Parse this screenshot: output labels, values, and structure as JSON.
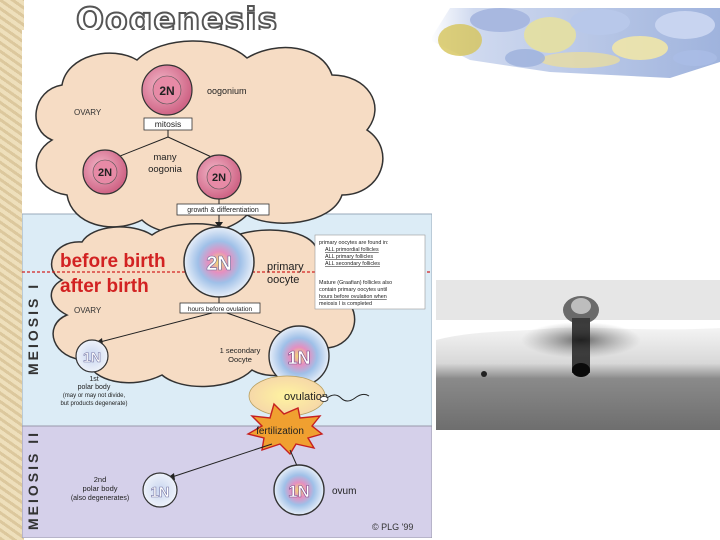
{
  "slide": {
    "title": "Oogenesis"
  },
  "diagram": {
    "ovary_label_top": "OVARY",
    "ovary_label_bottom": "OVARY",
    "oogonium": {
      "ploidy": "2N",
      "label": "oogonium"
    },
    "mitosis": "mitosis",
    "many_oogonia": {
      "line1": "many",
      "line2": "oogonia",
      "ploidy_left": "2N",
      "ploidy_right": "2N"
    },
    "growth": "growth & differentiation",
    "primary_oocyte": {
      "ploidy": "2N",
      "line1": "primary",
      "line2": "oocyte"
    },
    "before_birth": "before birth",
    "after_birth": "after birth",
    "meiosis1": "MEIOSIS I",
    "meiosis2": "MEIOSIS II",
    "note1": {
      "line1": "primary oocytes are found in:",
      "line2": "ALL primordial follicles",
      "line3": "ALL primary follicles",
      "line4": "ALL secondary follicles"
    },
    "note2": {
      "line1": "Mature (Graafian) follicles also",
      "line2": "contain primary oocytes until",
      "line3": "hours before ovulation when",
      "line4": "meiosis I is completed"
    },
    "hours_before": "hours before ovulation",
    "polar_body_1": {
      "ploidy": "1N",
      "line1": "1st",
      "line2": "polar body",
      "line3": "(may or may not divide,",
      "line4": "but products degenerate)"
    },
    "secondary_oocyte": {
      "ploidy": "1N",
      "line1": "1 secondary",
      "line2": "Oocyte"
    },
    "ovulation": "ovulation",
    "fertilization": "fertilization",
    "polar_body_2": {
      "ploidy": "1N",
      "line1": "2nd",
      "line2": "polar body",
      "line3": "(also degenerates)"
    },
    "ovum": {
      "ploidy": "1N",
      "label": "ovum"
    },
    "copyright": "© PLG '99"
  },
  "colors": {
    "ovary_fill": "#f6dcc4",
    "cell_pink": "#d9718f",
    "meiosis1_bg": "#dcecf6",
    "meiosis2_bg": "#d5d0ea",
    "birth_line": "#d22222",
    "fertilization_star": "#f0a030"
  }
}
